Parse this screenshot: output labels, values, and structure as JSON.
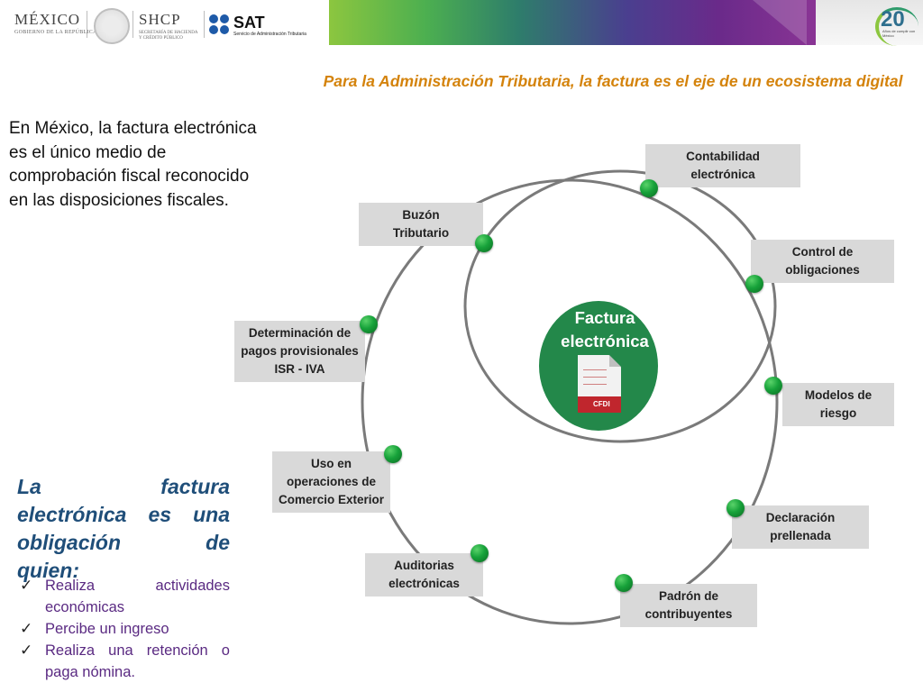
{
  "header": {
    "mexico_title": "MÉXICO",
    "mexico_sub": "GOBIERNO DE LA REPÚBLICA",
    "shcp_title": "SHCP",
    "shcp_sub1": "SECRETARÍA DE HACIENDA",
    "shcp_sub2": "Y CRÉDITO PÚBLICO",
    "sat_title": "SAT",
    "sat_sub": "Servicio de Administración Tributaria",
    "anniv_number": "20",
    "anniv_text": "Años de cumplir con México"
  },
  "title": "Para la Administración Tributaria, la factura es el eje de un ecosistema digital",
  "intro_text": "En México, la factura electrónica es el único medio de comprobación fiscal reconocido en las disposiciones fiscales.",
  "obligation": {
    "heading_line1": "La factura electrónica es una obligación de",
    "heading_line2": "quien:",
    "items": [
      "Realiza actividades económicas",
      "Percibe un ingreso",
      "Realiza una retención o paga nómina."
    ]
  },
  "diagram": {
    "center_title": "Factura electrónica",
    "doc_label": "CFDI",
    "labels": [
      "Contabilidad\nelectrónica",
      "Buzón\nTributario",
      "Control de\nobligaciones",
      "Determinación de\npagos provisionales\nISR - IVA",
      "Modelos de\nriesgo",
      "Uso en\noperaciones de\nComercio Exterior",
      "Declaración\nprellenada",
      "Auditorias\nelectrónicas",
      "Padrón de\ncontribuyentes"
    ]
  },
  "colors": {
    "title_orange": "#d4830c",
    "heading_blue": "#1f4e79",
    "list_purple": "#5a2a82",
    "node_green": "#17a23a",
    "center_green": "#23884a",
    "label_gray": "#d9d9d9"
  },
  "icons": [
    "checkmark-icon",
    "document-icon"
  ]
}
